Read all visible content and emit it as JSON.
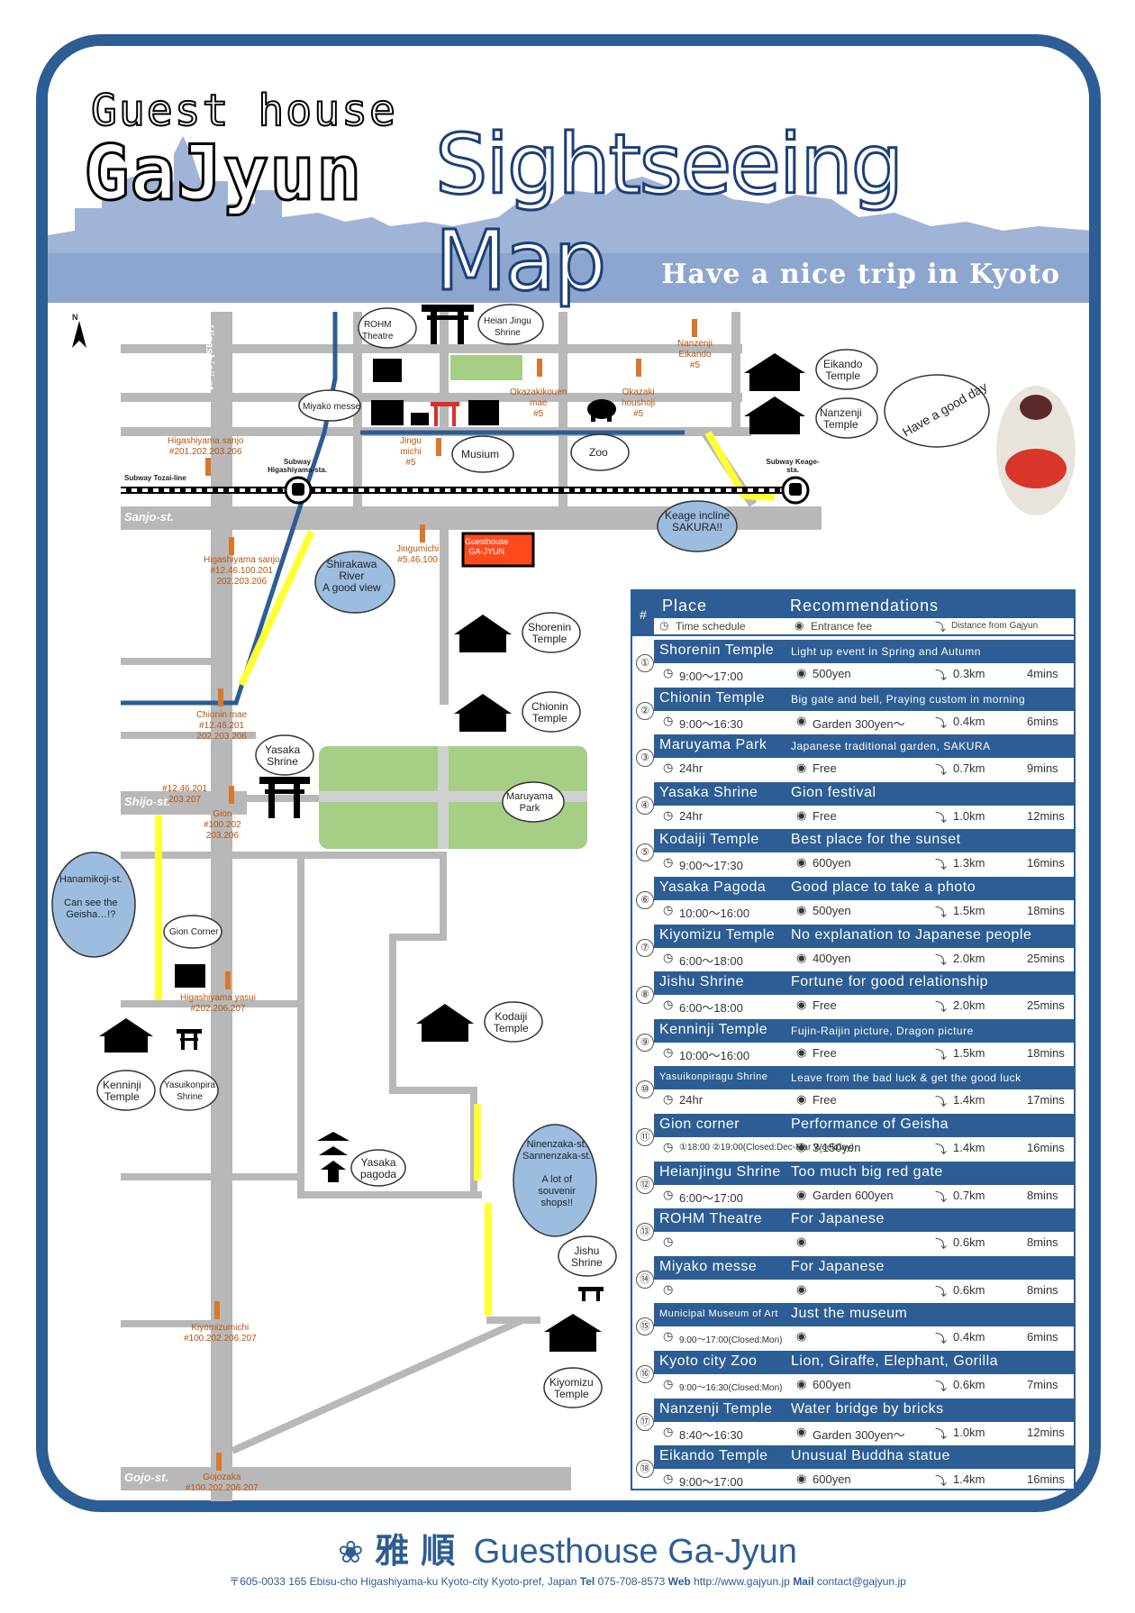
{
  "header": {
    "line1": "Guest house",
    "line2": "GaJyun",
    "title": "Sightseeing Map",
    "tagline": "Have a nice trip in Kyoto"
  },
  "colors": {
    "frame": "#2c5d94",
    "road": "#b8b8b8",
    "river": "#2c5d94",
    "park": "#a6ce85",
    "highlight": "#ffff33",
    "bus_label": "#b8560f"
  },
  "map": {
    "north": "N",
    "streets": {
      "higashioji": "Higashioji-st.",
      "sanjo": "Sanjo-st.",
      "shijo": "Shijo-st.",
      "gojo": "Gojo-st."
    },
    "subway_line": "Subway Tozai-line",
    "stations": {
      "higashiyama": "Subway Higashiyama-sta.",
      "keage": "Subway Keage-sta."
    },
    "bus_stops": {
      "higashiyama_sanjo_top": "Higashiyama sanjo\n#201.202.203.206",
      "higashiyama_sanjo": "Higashiyama sanjo\n#12.46.100.201\n202.203.206",
      "chionin_mae": "Chionin mae\n#12.46.201\n202.203.206",
      "gion_a": "#12.46.201\n203.207",
      "gion_b": "Gion\n#100.202\n203.206",
      "higashiyama_yasui": "Higashiyama yasui\n#202.206.207",
      "kiyomizumichi": "Kiyomizumichi\n#100.202.206.207",
      "gojozaka": "Gojozaka\n#100.202.206.207",
      "jingu_michi": "Jingu\nmichi\n#5",
      "jingumichi": "Jingumichi\n#5.46.100",
      "okazaki_kouen": "Okazakikouen\nmae\n#5",
      "okazaki_houshoji": "Okazaki\nhoushoji\n#5",
      "nanzenji_eikando": "Nanzenji\nEikando\n#5"
    },
    "landmarks": {
      "rohm": "ROHM\nTheatre",
      "heian": "Heian Jingu\nShrine",
      "miyako": "Miyako messe",
      "musium": "Musium",
      "zoo": "Zoo",
      "eikando": "Eikando\nTemple",
      "nanzenji": "Nanzenji\nTemple",
      "shorenin": "Shorenin\nTemple",
      "chionin": "Chionin\nTemple",
      "yasaka_shrine": "Yasaka\nShrine",
      "maruyama": "Maruyama\nPark",
      "gion_corner": "Gion Corner",
      "kodaiji": "Kodaiji\nTemple",
      "kenninji": "Kenninji\nTemple",
      "yasuikonpira": "Yasuikonpira\nShrine",
      "yasaka_pagoda": "Yasaka\npagoda",
      "jishu": "Jishu\nShrine",
      "kiyomizu": "Kiyomizu\nTemple"
    },
    "callouts": {
      "shirakawa": "Shirakawa\nRiver\nA good view",
      "keage": "Keage incline\nSAKURA!!",
      "hanamikoji": "Hanamikoji-st.\n\nCan see the\nGeisha…!?",
      "ninenzaka": "Ninenzaka-st.\nSannenzaka-st.\n\nA lot of\nsouvenir\nshops!!",
      "dog": "Have a good day"
    },
    "guesthouse_sign": "Guesthouse\nGA-JYUN"
  },
  "table": {
    "headers": {
      "num": "#",
      "place": "Place",
      "recommendations": "Recommendations"
    },
    "subheaders": {
      "time": "Time schedule",
      "fee": "Entrance fee",
      "distance": "Distance from Gajyun"
    },
    "rows": [
      {
        "num": "①",
        "place": "Shorenin Temple",
        "rec": "Light up event in Spring and Autumn",
        "time": "9:00～17:00",
        "fee": "500yen",
        "dist": "0.3km",
        "mins": "4mins"
      },
      {
        "num": "②",
        "place": "Chionin Temple",
        "rec": "Big gate and bell, Praying custom in morning",
        "time": "9:00～16:30",
        "fee": "Garden 300yen～",
        "dist": "0.4km",
        "mins": "6mins"
      },
      {
        "num": "③",
        "place": "Maruyama Park",
        "rec": "Japanese traditional garden, SAKURA",
        "time": "24hr",
        "fee": "Free",
        "dist": "0.7km",
        "mins": "9mins"
      },
      {
        "num": "④",
        "place": "Yasaka Shrine",
        "rec": "Gion festival",
        "time": "24hr",
        "fee": "Free",
        "dist": "1.0km",
        "mins": "12mins"
      },
      {
        "num": "⑤",
        "place": "Kodaiji Temple",
        "rec": "Best place for the sunset",
        "time": "9:00～17:30",
        "fee": "600yen",
        "dist": "1.3km",
        "mins": "16mins"
      },
      {
        "num": "⑥",
        "place": "Yasaka Pagoda",
        "rec": "Good place to take a photo",
        "time": "10:00～16:00",
        "fee": "500yen",
        "dist": "1.5km",
        "mins": "18mins"
      },
      {
        "num": "⑦",
        "place": "Kiyomizu Temple",
        "rec": "No explanation to Japanese people",
        "time": "6:00～18:00",
        "fee": "400yen",
        "dist": "2.0km",
        "mins": "25mins"
      },
      {
        "num": "⑧",
        "place": "Jishu Shrine",
        "rec": "Fortune for good relationship",
        "time": "6:00～18:00",
        "fee": "Free",
        "dist": "2.0km",
        "mins": "25mins"
      },
      {
        "num": "⑨",
        "place": "Kenninji Temple",
        "rec": "Fujin-Raijin picture, Dragon picture",
        "time": "10:00～16:00",
        "fee": "Free",
        "dist": "1.5km",
        "mins": "18mins"
      },
      {
        "num": "⑩",
        "place": "Yasuikonpiragu Shrine",
        "rec": "Leave from the bad luck & get the good luck",
        "time": "24hr",
        "fee": "Free",
        "dist": "1.4km",
        "mins": "17mins"
      },
      {
        "num": "⑪",
        "place": "Gion corner",
        "rec": "Performance of Geisha",
        "time": "①18:00 ②19:00(Closed:Dec-Mar Weekday)",
        "fee": "3,150yen",
        "dist": "1.4km",
        "mins": "16mins"
      },
      {
        "num": "⑫",
        "place": "Heianjingu Shrine",
        "rec": "Too much big red gate",
        "time": "6:00～17:00",
        "fee": "Garden 600yen",
        "dist": "0.7km",
        "mins": "8mins"
      },
      {
        "num": "⑬",
        "place": "ROHM Theatre",
        "rec": "For Japanese",
        "time": "",
        "fee": "",
        "dist": "0.6km",
        "mins": "8mins"
      },
      {
        "num": "⑭",
        "place": "Miyako messe",
        "rec": "For Japanese",
        "time": "",
        "fee": "",
        "dist": "0.6km",
        "mins": "8mins"
      },
      {
        "num": "⑮",
        "place": "Municipal Museum of Art",
        "rec": "Just the museum",
        "time": "9:00～17:00(Closed:Mon)",
        "fee": "",
        "dist": "0.4km",
        "mins": "6mins"
      },
      {
        "num": "⑯",
        "place": "Kyoto city Zoo",
        "rec": "Lion, Giraffe, Elephant, Gorilla",
        "time": "9:00～16:30(Closed:Mon)",
        "fee": "600yen",
        "dist": "0.6km",
        "mins": "7mins"
      },
      {
        "num": "⑰",
        "place": "Nanzenji Temple",
        "rec": "Water bridge by bricks",
        "time": "8:40～16:30",
        "fee": "Garden 300yen～",
        "dist": "1.0km",
        "mins": "12mins"
      },
      {
        "num": "⑱",
        "place": "Eikando Temple",
        "rec": "Unusual Buddha statue",
        "time": "9:00～17:00",
        "fee": "600yen",
        "dist": "1.4km",
        "mins": "16mins"
      }
    ]
  },
  "footer": {
    "name_jp": "雅 順",
    "name": "Guesthouse Ga-Jyun",
    "address": "〒605-0033 165 Ebisu-cho Higashiyama-ku Kyoto-city Kyoto-pref, Japan",
    "tel_label": "Tel",
    "tel": "075-708-8573",
    "web_label": "Web",
    "web": "http://www.gajyun.jp",
    "mail_label": "Mail",
    "mail": "contact@gajyun.jp"
  }
}
